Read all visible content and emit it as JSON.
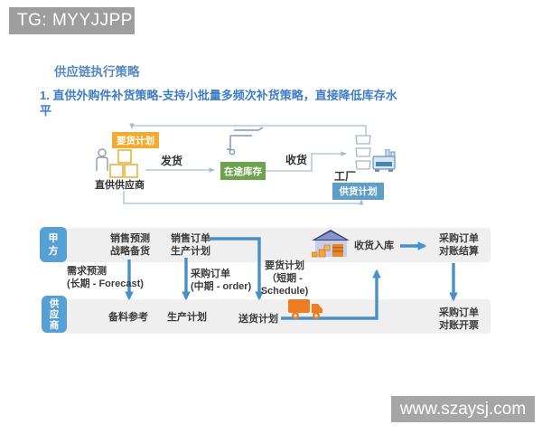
{
  "watermarks": {
    "top": "TG: MYYJJPP",
    "bottom": "www.szaysj.com"
  },
  "slide": {
    "title": "供应链执行策略",
    "subtitle": "1. 直供外购件补货策略-支持小批量多频次补货策略，直接降低库存水平"
  },
  "flow": {
    "demand_plan_tag": "要货计划",
    "supplier_label": "直供供应商",
    "ship_label": "发货",
    "transit_tag": "在途库存",
    "receive_label": "收货",
    "factory_label": "工厂",
    "supply_plan_tag": "供货计划"
  },
  "swimlanes": {
    "lane_a_label": "甲方",
    "lane_b_label": "供应商",
    "lane_a": {
      "sales_forecast": [
        "销售预测",
        "战略备货"
      ],
      "sales_order": [
        "销售订单",
        "生产计划"
      ],
      "receiving": "收货入库",
      "po_settle": [
        "采购订单",
        "对账结算"
      ]
    },
    "between": {
      "demand_forecast": [
        "需求预测",
        "(长期 - Forecast)"
      ],
      "purchase_order": [
        "采购订单",
        "(中期 - order)"
      ],
      "demand_plan": [
        "要货计划",
        "（短期 -",
        "Schedule)"
      ]
    },
    "lane_b": {
      "material_ref": "备料参考",
      "production_plan": "生产计划",
      "delivery_plan": "送货计划",
      "po_invoice": [
        "采购订单",
        "对账开票"
      ]
    }
  },
  "icons": {
    "supplier": "person-with-parts-icon",
    "transport": "forklift-icon",
    "stock": "stacked-boxes-icon",
    "factory": "factory-icon",
    "warehouse": "warehouse-icon",
    "truck": "truck-icon"
  },
  "theme": {
    "title_blue": "#5688C3",
    "subtitle_blue": "#3F7DC4",
    "tag_yellow": "#F2AB31",
    "tag_green": "#6DA34D",
    "tag_blue": "#5E9FC9",
    "lane_badge_blue": "#57A0D6",
    "lane_band_gray": "#EFEFEF",
    "arrow_blue": "#4A90C8",
    "connector_gray": "#A3BDD4",
    "truck_orange": "#ED7D23",
    "watermark_gray": "#9E9E9E",
    "text_dark": "#3C3C3C"
  }
}
